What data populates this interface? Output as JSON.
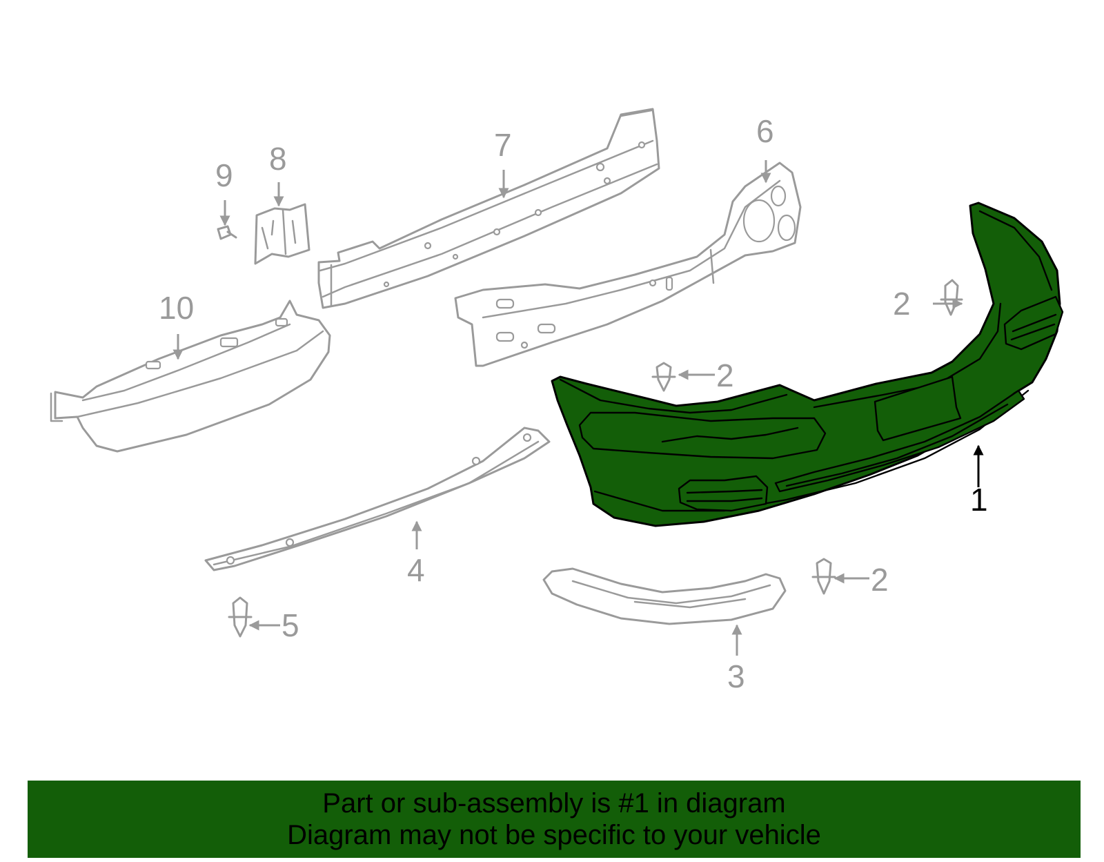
{
  "diagram": {
    "highlighted_part": "1",
    "highlight_color": "#135e08",
    "callouts": {
      "c1": "1",
      "c2a": "2",
      "c2b": "2",
      "c2c": "2",
      "c3": "3",
      "c4": "4",
      "c5": "5",
      "c6": "6",
      "c7": "7",
      "c8": "8",
      "c9": "9",
      "c10": "10"
    }
  },
  "banner": {
    "line1": "Part or sub-assembly is #1 in diagram",
    "line2": "Diagram may not be specific to your vehicle",
    "color": "#135e08"
  }
}
